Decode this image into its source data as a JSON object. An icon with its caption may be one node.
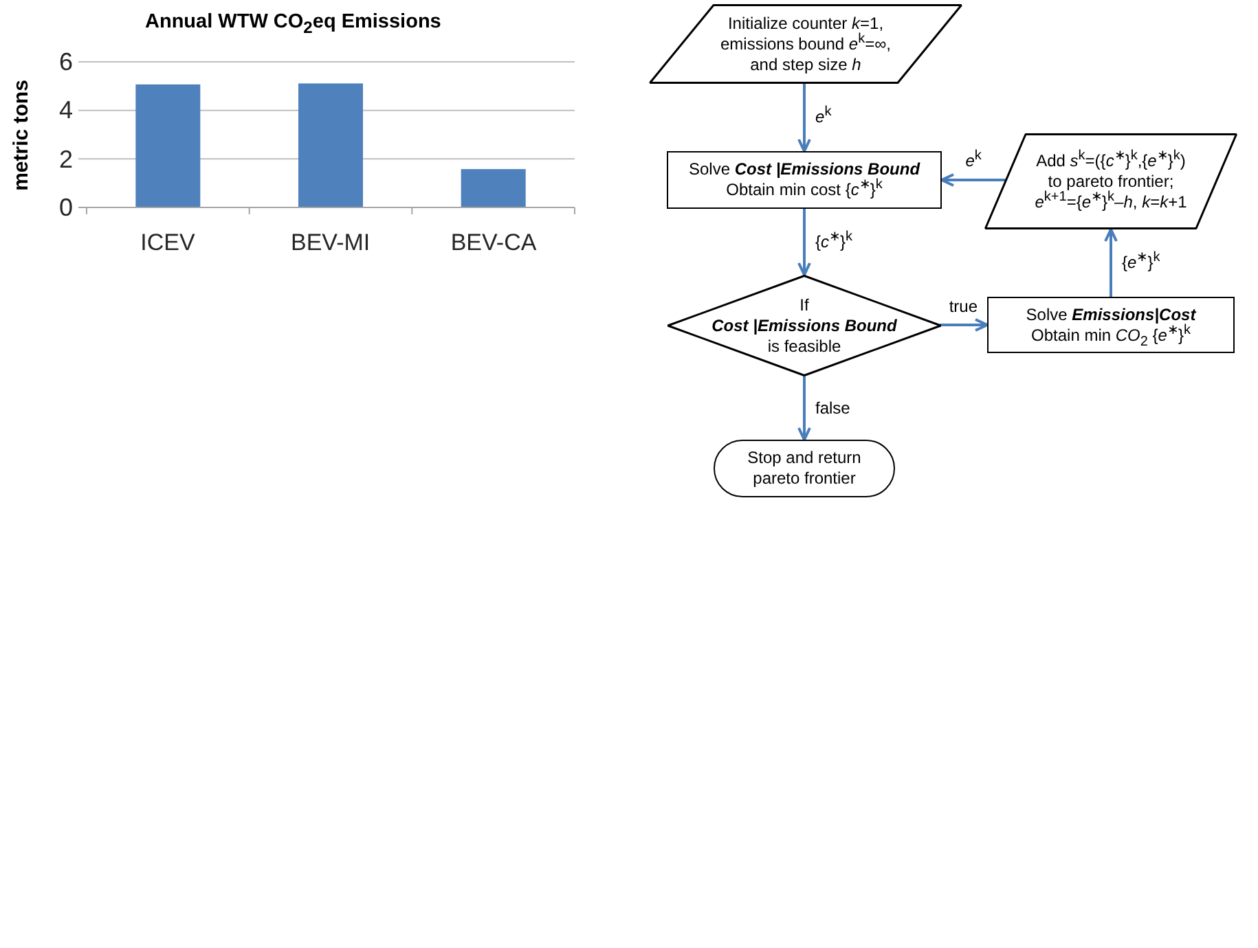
{
  "diagram": {
    "nodes": [
      {
        "text": [
          "Initialize counter *k*=1, emissions bound *e*$^{k}$=∞, and step size *h*"
        ]
      },
      {
        "text": [
          "Solve **Cost |Emissions Bound**",
          "Obtain min cost {*c*$^{∗}$}$^{k}$"
        ]
      },
      {
        "text": [
          "Add *s*$^{k}$=({*c*$^{∗}$}$^{k}$,{*e*$^{∗}$}$^{k}$) to pareto frontier; *e*$^{k+1}$={*e*$^{∗}$}$^{k}$–*h*, *k*=*k*+1"
        ]
      },
      {
        "text": [
          "If **Cost |Emissions Bound** is feasible"
        ]
      },
      {
        "text": [
          "Solve **Emissions|Cost**",
          "Obtain min *CO*$_{2}$ {*e*$^{∗}$}$^{k}$"
        ]
      },
      {
        "text": [
          "Stop and return pareto frontier"
        ]
      }
    ],
    "edges": [
      {
        "from": 0,
        "to": 1,
        "arrow": "to",
        "label": "*e*$^{k}$"
      },
      {
        "from": 2,
        "to": 1,
        "arrow": "to",
        "label": "*e*$^{k}$"
      },
      {
        "from": 1,
        "to": 3,
        "arrow": "to",
        "label": "{*c*$^{∗}$}$^{k}$"
      },
      {
        "from": 3,
        "to": 4,
        "arrow": "to",
        "label": "true"
      },
      {
        "from": 4,
        "to": 2,
        "arrow": "to",
        "label": "{*e*$^{∗}$}$^{k}$"
      },
      {
        "from": 3,
        "to": 5,
        "arrow": "to",
        "label": "false"
      }
    ],
    "chart_data": {
      "type": "bar",
      "title": "Annual WTW CO$_{2}$eq Emissions",
      "ylabel": "metric tons",
      "categories": [
        "ICEV",
        "BEV-MI",
        "BEV-CA"
      ],
      "series": [
        {
          "color": "#4f81bd",
          "values": [
            5.07,
            5.11,
            1.58
          ]
        }
      ],
      "ylim": [
        0,
        6
      ],
      "yticks": [
        0,
        2,
        4,
        6
      ]
    }
  }
}
